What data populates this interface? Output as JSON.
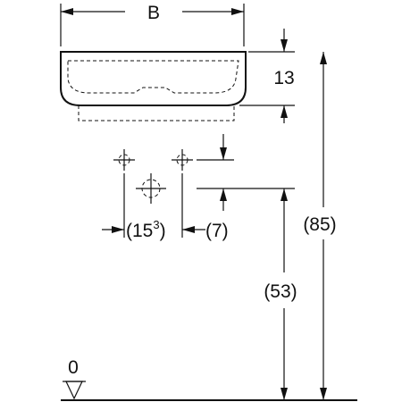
{
  "dimensions": {
    "width_label": "B",
    "basin_height": "13",
    "total_height": "(85)",
    "outlet_height": "(53)",
    "tap_spacing": "(15",
    "tap_spacing_sup": "3",
    "tap_spacing_close": ")",
    "outlet_offset": "(7)",
    "floor_level": "0"
  }
}
